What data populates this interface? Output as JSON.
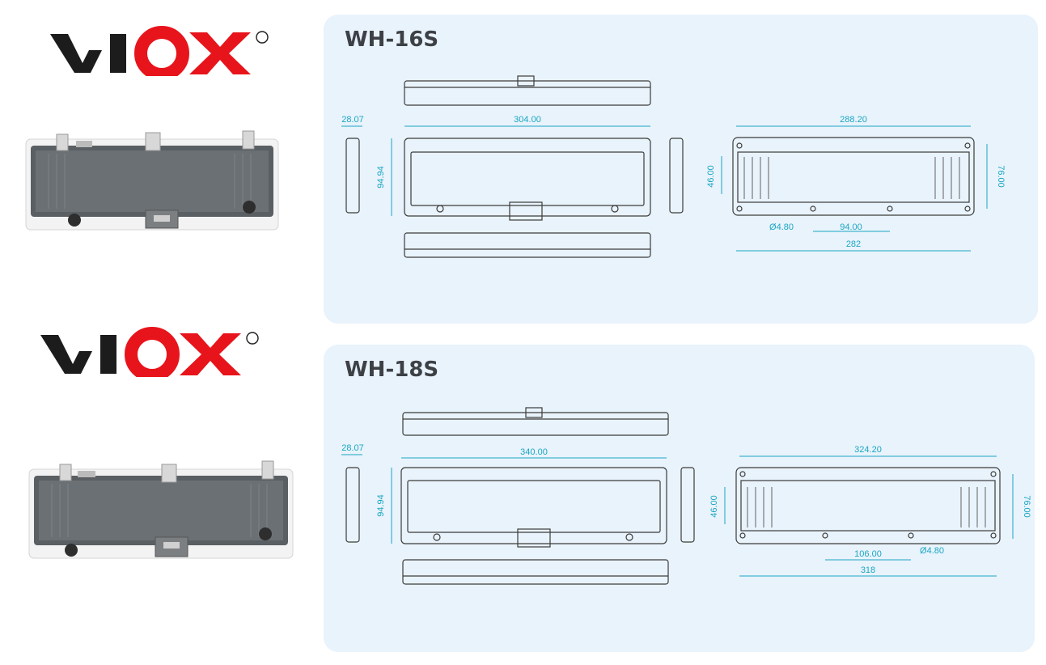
{
  "brand": {
    "name": "VIOX",
    "registered_mark": "®",
    "red": "#e8141b",
    "black": "#1c1c1c"
  },
  "colors": {
    "panel_bg": "#e9f3fb",
    "dimension_line": "#1aa6c4",
    "drawing_line": "#3b3b3b"
  },
  "products": [
    {
      "model": "WH-16S",
      "dimensions": {
        "depth": "28.07",
        "overall_length": "304.00",
        "height": "94.94",
        "cutout_length": "288.20",
        "inner_height": "46.00",
        "cutout_height": "76.00",
        "hole_diameter": "Ø4.80",
        "hole_spacing": "94.00",
        "mount_length": "282"
      }
    },
    {
      "model": "WH-18S",
      "dimensions": {
        "depth": "28.07",
        "overall_length": "340.00",
        "height": "94.94",
        "cutout_length": "324.20",
        "inner_height": "46.00",
        "cutout_height": "76.00",
        "hole_diameter": "Ø4.80",
        "hole_spacing": "106.00",
        "mount_length": "318"
      }
    }
  ]
}
